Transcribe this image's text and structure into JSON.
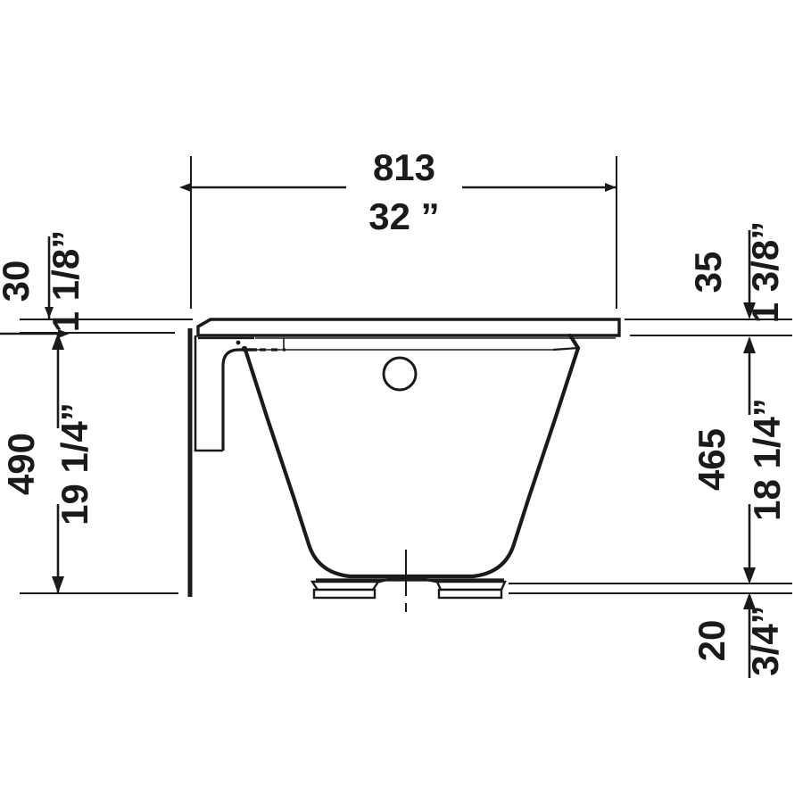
{
  "drawing": {
    "type": "technical-dimension-drawing",
    "subject": "bathtub-cross-section-front-view",
    "units_note": "millimeters with inch equivalents",
    "line_color": "#1a1a1a",
    "background_color": "#ffffff",
    "dimensions": {
      "width_top": {
        "metric": "813",
        "imperial": "32 ”",
        "orientation": "horizontal",
        "position": "top"
      },
      "rim_thickness_left": {
        "metric": "30",
        "imperial": "1 1/8”",
        "orientation": "vertical",
        "position": "left-upper"
      },
      "overall_height_left": {
        "metric": "490",
        "imperial": "19 1/4”",
        "orientation": "vertical",
        "position": "left-lower"
      },
      "rim_thickness_right": {
        "metric": "35",
        "imperial": "1 3/8”",
        "orientation": "vertical",
        "position": "right-upper"
      },
      "body_height_right": {
        "metric": "465",
        "imperial": "18 1/4”",
        "orientation": "vertical",
        "position": "right-middle"
      },
      "foot_height_right": {
        "metric": "20",
        "imperial": "3/4”",
        "orientation": "vertical",
        "position": "right-lower"
      }
    },
    "features": [
      {
        "name": "tub-rim",
        "label": "rim"
      },
      {
        "name": "tub-basin",
        "label": "basin"
      },
      {
        "name": "overflow-hole",
        "label": "overflow"
      },
      {
        "name": "left-apron-flange",
        "label": "apron flange"
      },
      {
        "name": "adjustable-foot-left",
        "label": "foot"
      },
      {
        "name": "adjustable-foot-right",
        "label": "foot"
      },
      {
        "name": "center-line",
        "label": "centerline"
      }
    ]
  }
}
